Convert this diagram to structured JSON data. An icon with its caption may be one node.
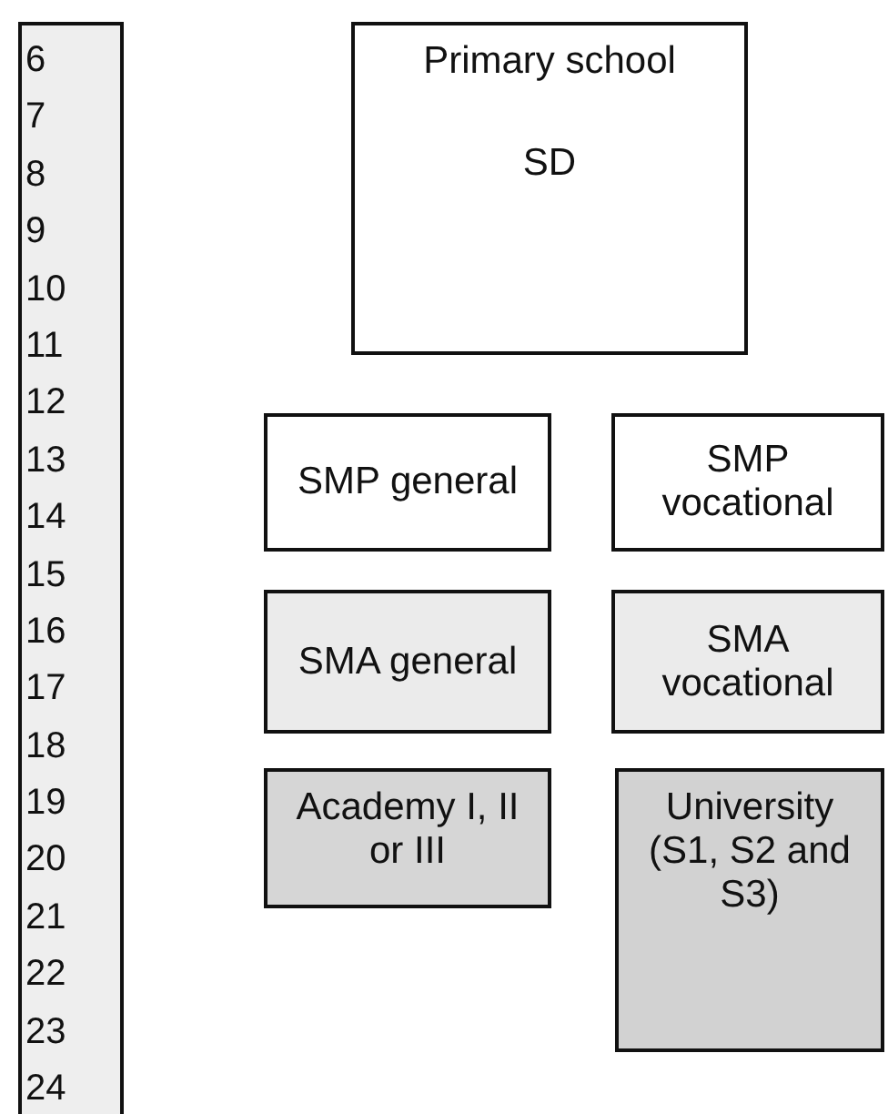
{
  "diagram": {
    "nodes": [
      {
        "text": [
          "6",
          "7",
          "8",
          "9",
          "10",
          "11",
          "12",
          "13",
          "14",
          "15",
          "16",
          "17",
          "18",
          "19",
          "20",
          "21",
          "22",
          "23",
          "24"
        ]
      },
      {
        "text": [
          "Primary school",
          "SD"
        ]
      },
      {
        "text": [
          "SMP general"
        ]
      },
      {
        "text": [
          "SMP vocational"
        ]
      },
      {
        "text": [
          "SMA general"
        ]
      },
      {
        "text": [
          "SMA vocational"
        ]
      },
      {
        "text": [
          "Academy I, II or III"
        ]
      },
      {
        "text": [
          "University (S1, S2 and S3)"
        ]
      }
    ]
  }
}
